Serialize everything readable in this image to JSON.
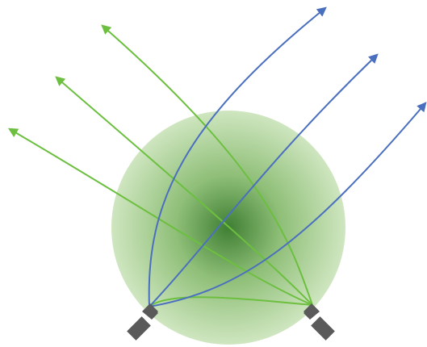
{
  "colors": {
    "background": "#ffffff",
    "sphere_center": "#3f7f33",
    "sphere_mid": "#8fbf78",
    "sphere_edge": "#cfe6c0",
    "green_rays": "#6cbf3f",
    "blue_rays": "#4a6fbf",
    "emitters": "#5a5a5a"
  },
  "emitters": [
    {
      "name": "left-emitter",
      "icon": "emitter-icon"
    },
    {
      "name": "right-emitter",
      "icon": "emitter-icon"
    }
  ],
  "blue_ray_count": 3,
  "green_ray_count": 4
}
